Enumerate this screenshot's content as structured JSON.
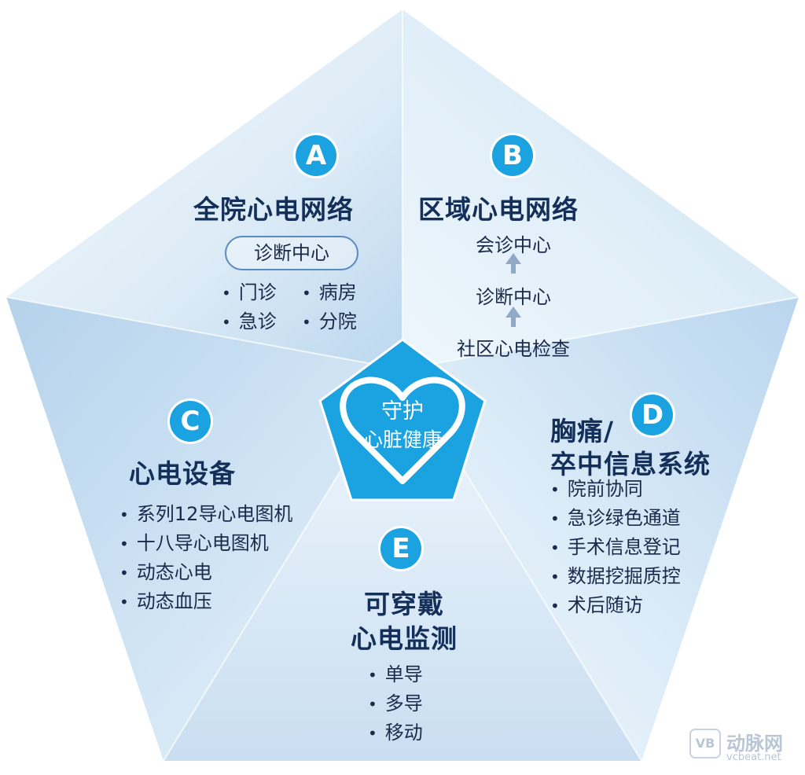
{
  "center": {
    "line1": "守护",
    "line2": "心脏健康"
  },
  "sections": {
    "a": {
      "badge": "A",
      "title": "全院心电网络",
      "pill": "诊断中心",
      "items": [
        "门诊",
        "病房",
        "急诊",
        "分院"
      ]
    },
    "b": {
      "badge": "B",
      "title": "区域心电网络",
      "flow": [
        "会诊中心",
        "诊断中心",
        "社区心电检查"
      ]
    },
    "c": {
      "badge": "C",
      "title": "心电设备",
      "items": [
        "系列12导心电图机",
        "十八导心电图机",
        "动态心电",
        "动态血压"
      ]
    },
    "d": {
      "badge": "D",
      "title_line1": "胸痛/",
      "title_line2": "卒中信息系统",
      "items": [
        "院前协同",
        "急诊绿色通道",
        "手术信息登记",
        "数据挖掘质控",
        "术后随访"
      ]
    },
    "e": {
      "badge": "E",
      "title_line1": "可穿戴",
      "title_line2": "心电监测",
      "items": [
        "单导",
        "多导",
        "移动"
      ]
    }
  },
  "watermark": {
    "brand": "动脉网",
    "site": "vcbeat.net",
    "logo": "VB"
  },
  "colors": {
    "accent": "#1aa3e0",
    "title": "#14305a",
    "facet_light": "#eef6fb",
    "facet_mid": "#cfe3f3",
    "facet_dark": "#a9cbe8",
    "arrow": "#8fa9c6"
  }
}
